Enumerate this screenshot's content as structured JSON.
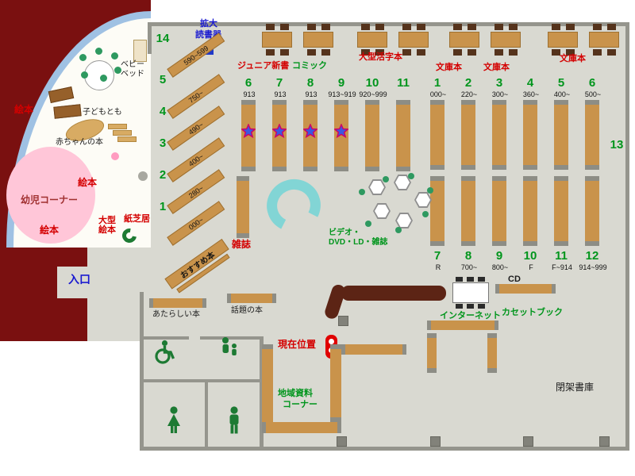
{
  "colors": {
    "maroon_wall": "#7a1010",
    "floor": "#d9d9d1",
    "wall_gray": "#95958d",
    "shelf_tan": "#c9934b",
    "chair_brown": "#55331c",
    "counter_dark": "#5c2415",
    "accent_red": "#d40000",
    "accent_green": "#00951c",
    "accent_blue": "#1a1ad0",
    "infant_pink": "#ffc6d8",
    "media_cyan": "#82d5d5",
    "window_blue": "#9fc1e3",
    "star_blue": "#3b57e0",
    "star_ring": "#cf0066",
    "seat_green": "#2e9960",
    "icon_green": "#1d7a33"
  },
  "top_area": {
    "magnifier_1": "拡大",
    "magnifier_2": "読書器",
    "junior": "ジュニア新書",
    "comic": "コミック",
    "large_print": "大型活字本",
    "bunko_1": "文庫本",
    "bunko_2": "文庫本",
    "bunko_3": "文庫本"
  },
  "left_stacks": {
    "items": [
      {
        "num": "6",
        "range": "913"
      },
      {
        "num": "7",
        "range": "913"
      },
      {
        "num": "8",
        "range": "913"
      },
      {
        "num": "9",
        "range": "913~919"
      },
      {
        "num": "10",
        "range": "920~999"
      },
      {
        "num": "11",
        "range": ""
      }
    ]
  },
  "right_stacks": {
    "top": [
      {
        "num": "1",
        "range": "000~"
      },
      {
        "num": "2",
        "range": "220~"
      },
      {
        "num": "3",
        "range": "300~"
      },
      {
        "num": "4",
        "range": "360~"
      },
      {
        "num": "5",
        "range": "400~"
      },
      {
        "num": "6",
        "range": "500~"
      }
    ],
    "bottom": [
      {
        "num": "7",
        "range": "R"
      },
      {
        "num": "8",
        "range": "700~"
      },
      {
        "num": "9",
        "range": "800~"
      },
      {
        "num": "10",
        "range": "F"
      },
      {
        "num": "11",
        "range": "F~914"
      },
      {
        "num": "12",
        "range": "914~999"
      }
    ]
  },
  "diagonal_stacks": [
    {
      "num": "14",
      "range": "590~599"
    },
    {
      "num": "5",
      "range": "750~"
    },
    {
      "num": "4",
      "range": "490~"
    },
    {
      "num": "3",
      "range": "400~"
    },
    {
      "num": "2",
      "range": "280~"
    },
    {
      "num": "1",
      "range": "000~"
    }
  ],
  "area_13": "13",
  "recommend": "おすすめ本",
  "kids_area": {
    "ehon_1": "絵本",
    "ehon_2": "絵本",
    "ehon_3": "絵本",
    "infant_corner": "幼児コーナー",
    "baby_books": "赤ちゃんの本",
    "kodomo_no_tomo": "子どもとも",
    "baby_bed_1": "ベビー",
    "baby_bed_2": "ベッド",
    "ogata_1": "大型",
    "ogata_2": "絵本",
    "kamishibai": "紙芝居"
  },
  "entrance": "入口",
  "center_area": {
    "zasshi": "雑誌",
    "video_1": "ビデオ・",
    "video_2": "DVD・LD・雑誌",
    "new_books": "あたらしい本",
    "topic_books": "話題の本",
    "current_position": "現在位置",
    "internet": "インターネット",
    "cd": "CD",
    "cassette": "カセットブック",
    "local_1": "地域資料",
    "local_2": "コーナー",
    "closed_stacks": "閉架書庫"
  }
}
